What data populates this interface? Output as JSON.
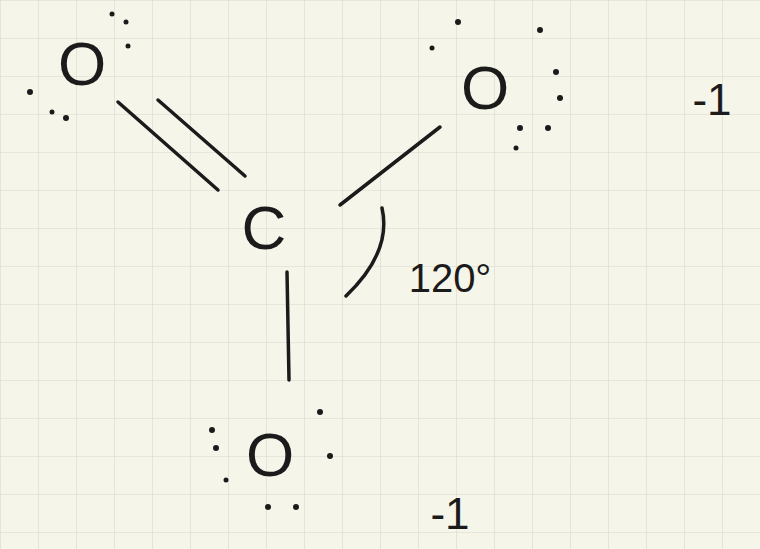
{
  "diagram": {
    "labels": [
      "O",
      "O",
      "-1",
      "C",
      "120°",
      "O",
      "-1"
    ]
  }
}
